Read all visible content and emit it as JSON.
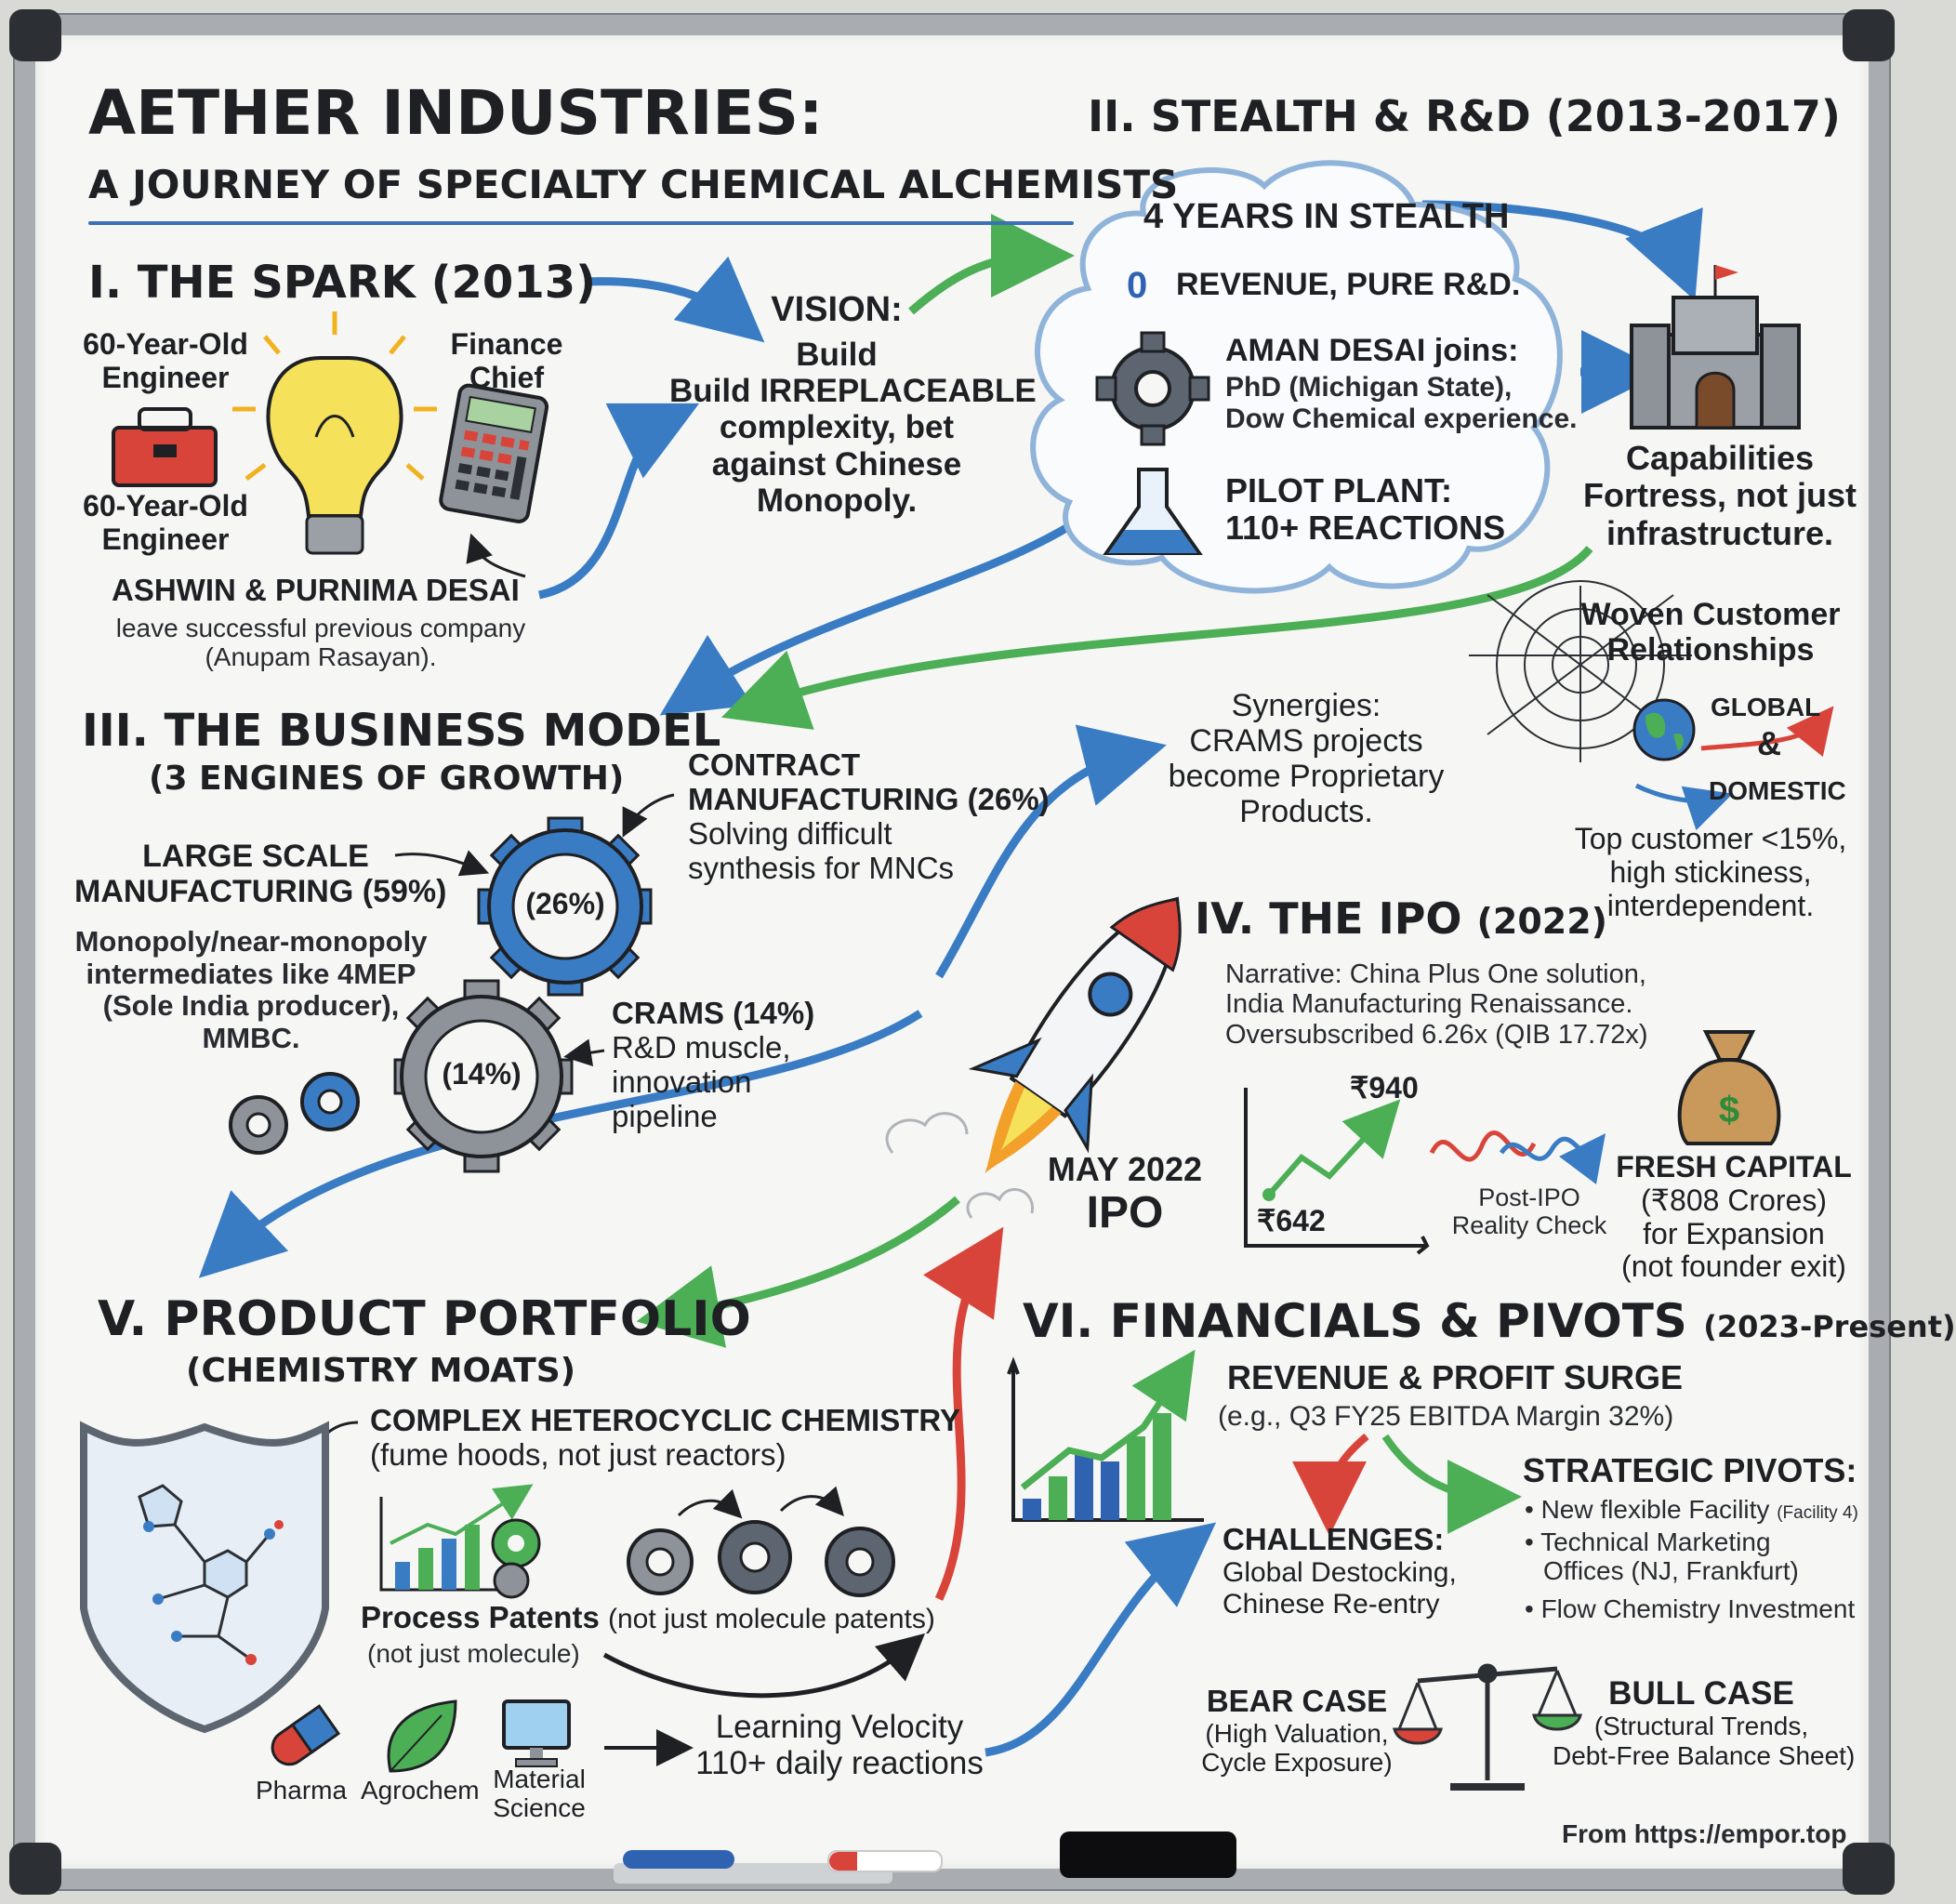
{
  "title": {
    "line1": "AETHER INDUSTRIES:",
    "line2": "A JOURNEY OF SPECIALTY CHEMICAL ALCHEMISTS"
  },
  "spark": {
    "heading": "I. THE SPARK (2013)",
    "engineer_top": [
      "60-Year-Old",
      "Engineer"
    ],
    "finance": [
      "Finance",
      "Chief"
    ],
    "engineer_bottom": [
      "60-Year-Old",
      "Engineer"
    ],
    "founders": "ASHWIN & PURNIMA DESAI",
    "founders_desc": [
      "leave successful previous company",
      "(Anupam Rasayan)."
    ]
  },
  "vision": {
    "label": "VISION:",
    "lines": [
      "Build",
      "Build IRREPLACEABLE",
      "complexity, bet",
      "against Chinese",
      "Monopoly."
    ]
  },
  "stealth": {
    "heading": "II. STEALTH & R&D (2013-2017)",
    "years": "4 YEARS IN STEALTH",
    "zero": "0",
    "revenue": "REVENUE, PURE R&D.",
    "aman": "AMAN DESAI joins:",
    "aman_desc": [
      "PhD (Michigan State),",
      "Dow Chemical experience."
    ],
    "pilot": [
      "PILOT PLANT:",
      "110+ REACTIONS"
    ],
    "fortress": [
      "Capabilities",
      "Fortress, not just",
      "infrastructure."
    ]
  },
  "business": {
    "heading": "III. THE BUSINESS MODEL",
    "sub": "(3 ENGINES OF GROWTH)",
    "contract": [
      "CONTRACT",
      "MANUFACTURING (26%)",
      "Solving difficult",
      "synthesis for MNCs"
    ],
    "large": [
      "LARGE SCALE",
      "MANUFACTURING (59%)"
    ],
    "large_desc": [
      "Monopoly/near-monopoly",
      "intermediates like 4MEP",
      "(Sole India producer),",
      "MMBC."
    ],
    "gear_big": "(26%)",
    "gear_mid": "(14%)",
    "crams": [
      "CRAMS (14%)",
      "R&D muscle,",
      "innovation",
      "pipeline"
    ]
  },
  "synergies": [
    "Synergies:",
    "CRAMS projects",
    "become Proprietary",
    "Products."
  ],
  "customers": {
    "title": [
      "Woven Customer",
      "Relationships"
    ],
    "global": "GLOBAL",
    "amp": "&",
    "domestic": "DOMESTIC",
    "desc": [
      "Top customer <15%,",
      "high stickiness,",
      "interdependent."
    ]
  },
  "ipo": {
    "heading": "IV. THE IPO",
    "year": "(2022)",
    "narrative": [
      "Narrative: China Plus One solution,",
      "India Manufacturing Renaissance.",
      "Oversubscribed 6.26x (QIB 17.72x)"
    ],
    "high": "₹940",
    "low": "₹642",
    "reality": [
      "Post-IPO",
      "Reality Check"
    ],
    "date": [
      "MAY 2022",
      "IPO"
    ],
    "capital": [
      "FRESH CAPITAL",
      "(₹808 Crores)",
      "for Expansion",
      "(not founder exit)"
    ],
    "dollar": "$"
  },
  "portfolio": {
    "heading": "V. PRODUCT PORTFOLIO",
    "sub": "(CHEMISTRY MOATS)",
    "hetero": [
      "COMPLEX HETEROCYCLIC CHEMISTRY",
      "(fume hoods, not just reactors)"
    ],
    "patents": "Process Patents",
    "patents_tail": "(not just molecule patents)",
    "patents_sub": "(not just molecule)",
    "pharma": "Pharma",
    "agro": "Agrochem",
    "material": [
      "Material",
      "Science"
    ],
    "learning": [
      "Learning Velocity",
      "110+ daily reactions"
    ]
  },
  "financials": {
    "heading": "VI. FINANCIALS & PIVOTS",
    "period": "(2023-Present)",
    "surge": "REVENUE & PROFIT SURGE",
    "surge_desc": "(e.g., Q3 FY25 EBITDA Margin 32%)",
    "challenges": [
      "CHALLENGES:",
      "Global Destocking,",
      "Chinese Re-entry"
    ],
    "pivots_title": "STRATEGIC PIVOTS:",
    "pivot1": "• New flexible Facility",
    "pivot1_small": "(Facility 4)",
    "pivot2": [
      "• Technical Marketing",
      "Offices (NJ, Frankfurt)"
    ],
    "pivot3": "• Flow Chemistry Investment",
    "bear": [
      "BEAR CASE",
      "(High Valuation,",
      "Cycle Exposure)"
    ],
    "bull": [
      "BULL CASE",
      "(Structural Trends,",
      "Debt-Free Balance Sheet)"
    ]
  },
  "footer": "From https://empor.top",
  "colors": {
    "blue": "#3a7cc4",
    "green": "#4cae55",
    "red": "#d9443a",
    "ink": "#1f2024"
  }
}
